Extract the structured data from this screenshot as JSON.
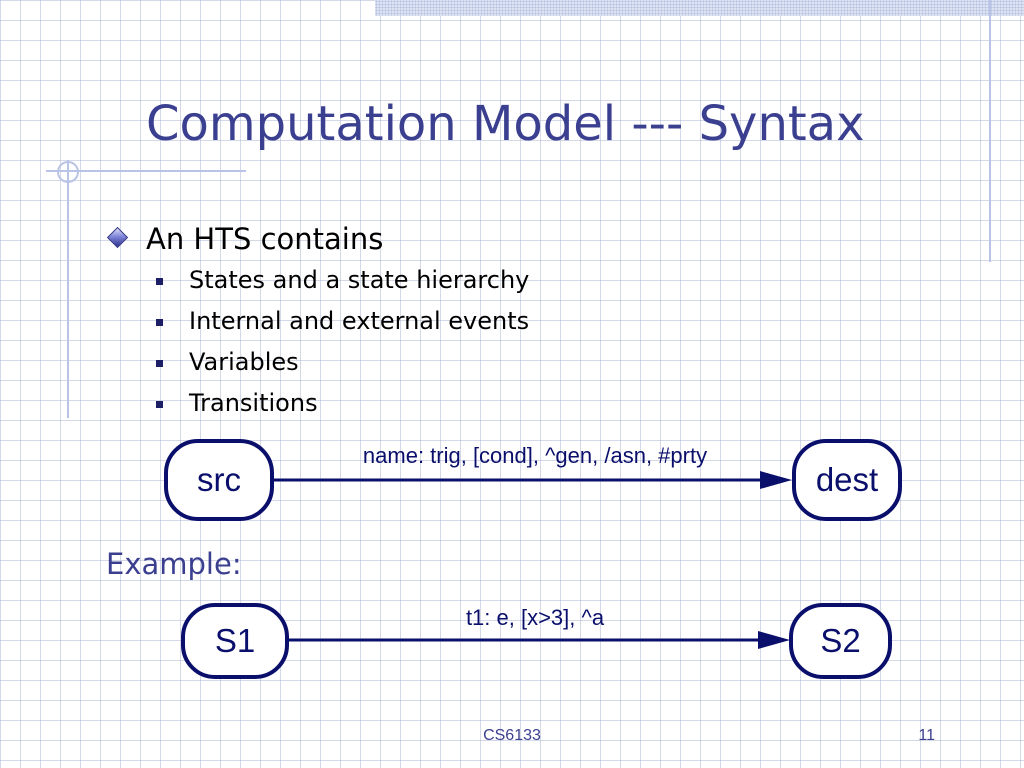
{
  "slide": {
    "title": "Computation Model --- Syntax",
    "bullet": "An HTS contains",
    "sub_bullets": [
      "States and a state hierarchy",
      "Internal and external events",
      "Variables",
      "Transitions"
    ],
    "syntax_diagram": {
      "source": "src",
      "target": "dest",
      "label": "name: trig, [cond], ^gen, /asn, #prty"
    },
    "example_label": "Example:",
    "example_diagram": {
      "source": "S1",
      "target": "S2",
      "label": "t1: e, [x>3], ^a"
    },
    "footer": {
      "course": "CS6133",
      "page": "11"
    }
  },
  "colors": {
    "title": "#3b3f8f",
    "diagram": "#0a0f6b",
    "grid": "#a0aacd",
    "rule": "#b9c3e6"
  }
}
